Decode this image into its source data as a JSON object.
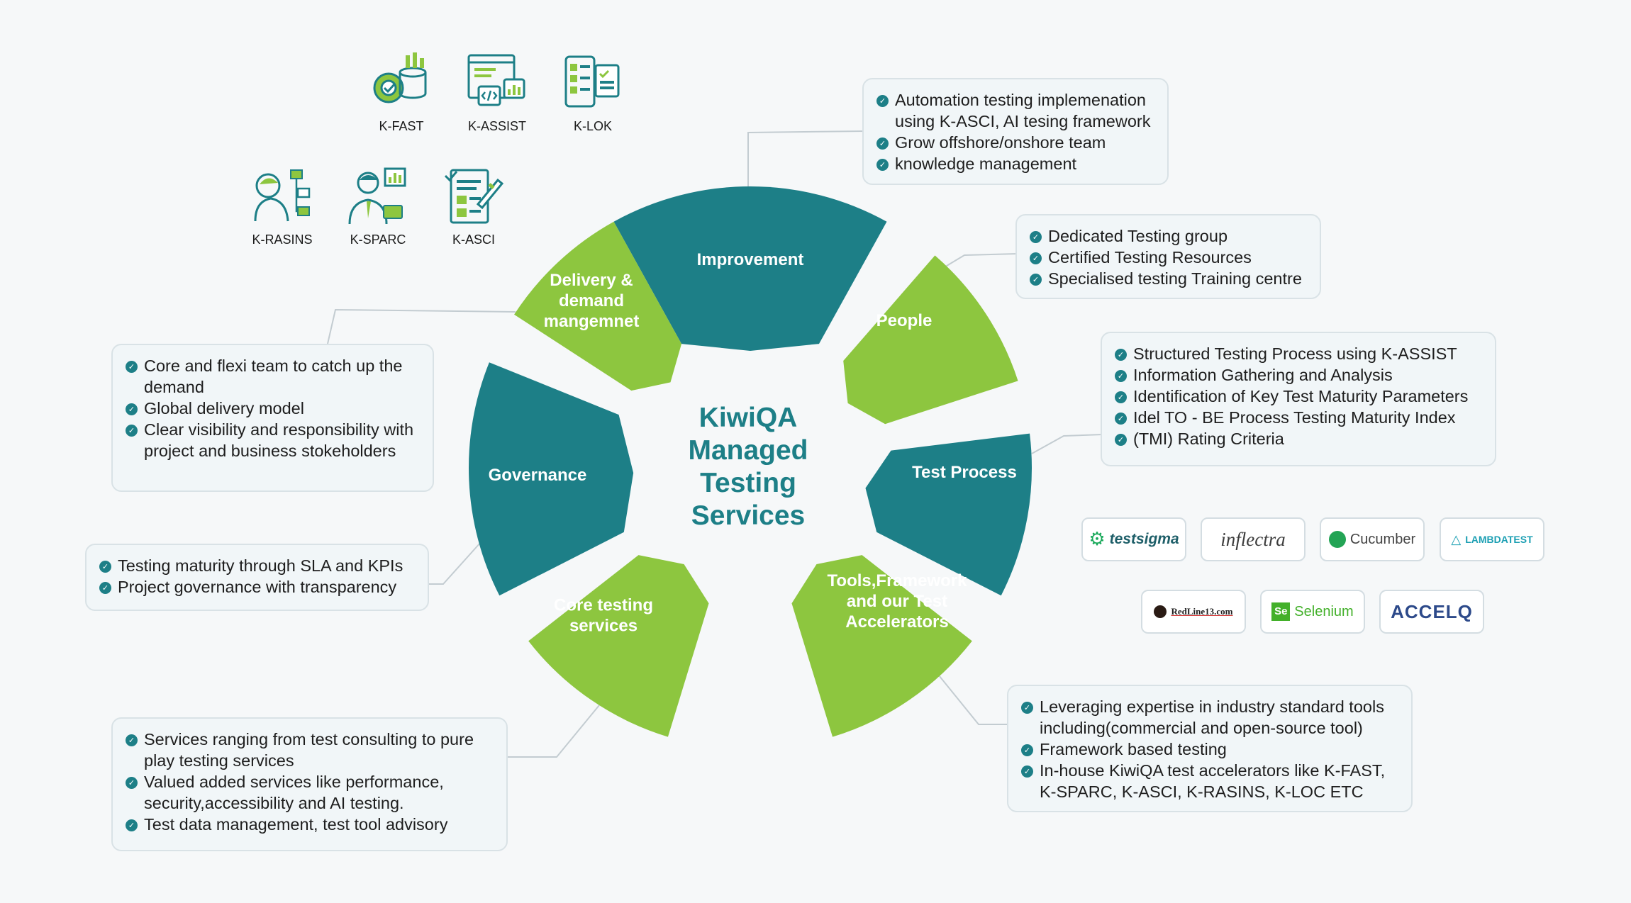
{
  "center_title": [
    "KiwiQA",
    "Managed",
    "Testing",
    "Services"
  ],
  "colors": {
    "teal": "#1d7f87",
    "green": "#8dc63f",
    "text": "#1e1e1e",
    "background": "#f6f8f9"
  },
  "segments": [
    {
      "id": "improvement",
      "lines": [
        "Improvement"
      ],
      "color": "teal"
    },
    {
      "id": "people",
      "lines": [
        "People"
      ],
      "color": "green"
    },
    {
      "id": "test-process",
      "lines": [
        "Test Process"
      ],
      "color": "teal"
    },
    {
      "id": "tools",
      "lines": [
        "Tools,Framework",
        "and our Test",
        "Accelerators"
      ],
      "color": "green"
    },
    {
      "id": "core-testing",
      "lines": [
        "Core testing",
        "services"
      ],
      "color": "green"
    },
    {
      "id": "governance",
      "lines": [
        "Governance"
      ],
      "color": "teal"
    },
    {
      "id": "delivery",
      "lines": [
        "Delivery &",
        "demand",
        "mangemnet"
      ],
      "color": "green"
    }
  ],
  "tools": [
    {
      "name": "K-FAST",
      "icon": "gear-database-icon"
    },
    {
      "name": "K-ASSIST",
      "icon": "code-window-icon"
    },
    {
      "name": "K-LOK",
      "icon": "mobile-checklist-icon"
    },
    {
      "name": "K-RASINS",
      "icon": "person-flowchart-icon"
    },
    {
      "name": "K-SPARC",
      "icon": "businessman-chart-icon"
    },
    {
      "name": "K-ASCI",
      "icon": "document-pencil-icon"
    }
  ],
  "boxes": {
    "improvement": [
      "Automation testing implemenation using K-ASCI, AI tesing framework",
      "Grow offshore/onshore team",
      "knowledge management"
    ],
    "people": [
      "Dedicated Testing group",
      "Certified Testing Resources",
      "Specialised testing Training centre"
    ],
    "test_process": [
      "Structured Testing Process using K-ASSIST",
      "Information Gathering and Analysis",
      "Identification of Key Test Maturity Parameters",
      "Idel TO - BE Process Testing Maturity Index",
      "(TMI) Rating Criteria"
    ],
    "delivery": [
      "Core and flexi team to catch up the demand",
      "Global delivery model",
      "Clear visibility and responsibility with project and business stokeholders"
    ],
    "governance": [
      "Testing maturity through SLA and KPIs",
      "Project governance with transparency"
    ],
    "core_testing": [
      "Services ranging from test consulting to pure play testing services",
      "Valued added services like performance, security,accessibility and AI testing.",
      "Test data management, test tool advisory"
    ],
    "tools": [
      "Leveraging expertise in industry standard tools including(commercial and open-source tool)",
      "Framework based testing",
      "In-house KiwiQA test accelerators like K-FAST, K-SPARC, K-ASCI, K-RASINS, K-LOC ETC"
    ]
  },
  "logos": [
    {
      "name": "testsigma"
    },
    {
      "name": "inflectra"
    },
    {
      "name": "Cucumber"
    },
    {
      "name": "LAMBDATEST"
    },
    {
      "name": "RedLine13.com"
    },
    {
      "name": "Selenium"
    },
    {
      "name": "ACCELQ"
    }
  ]
}
